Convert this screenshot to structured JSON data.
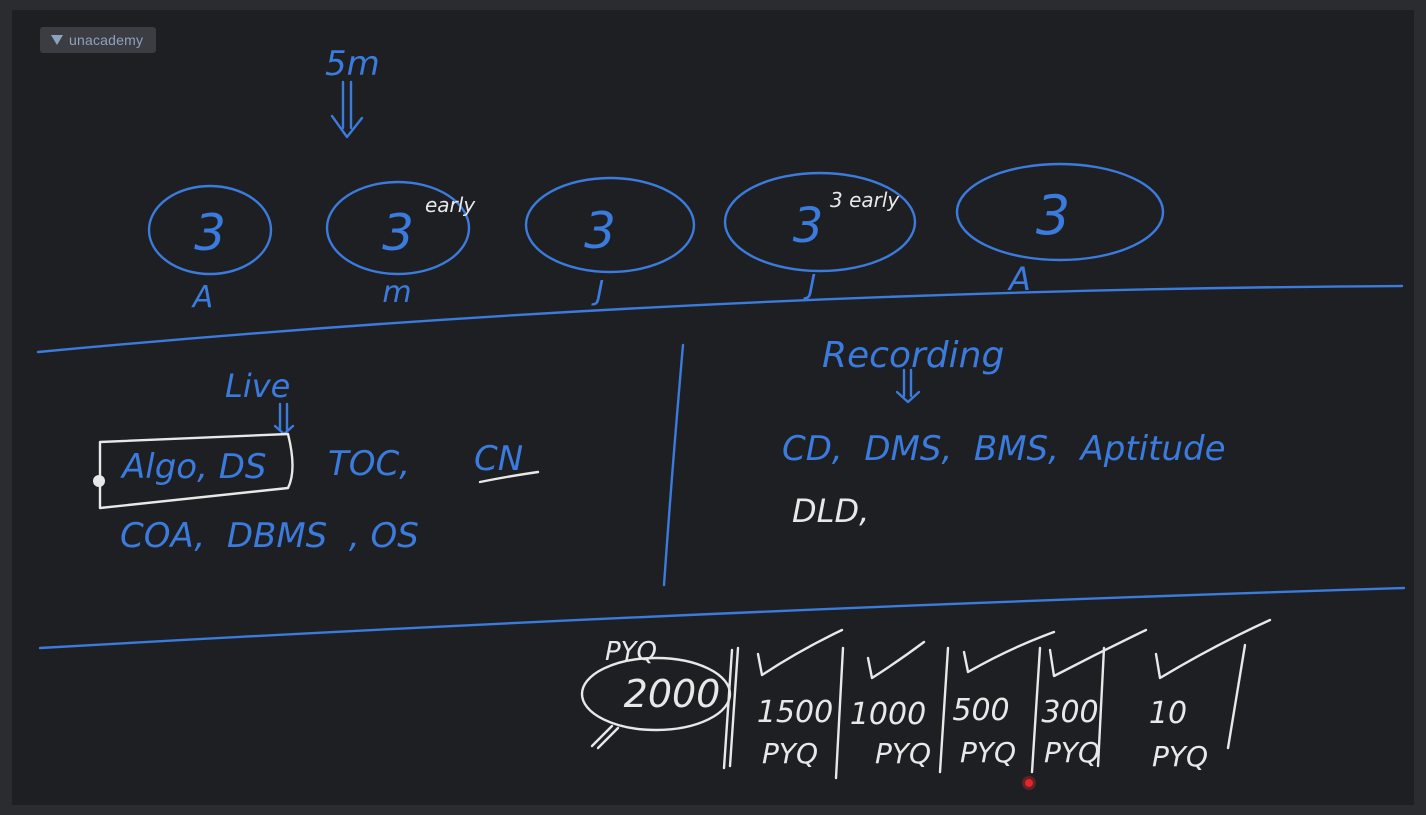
{
  "brand": {
    "name": "unacademy",
    "icon": "unacademy-logo-icon"
  },
  "colors": {
    "background": "#1e1f22",
    "frame": "#2b2c2f",
    "blue_ink": "#3b7bdd",
    "white_ink": "#e8e8e8",
    "pointer": "#e3262b"
  },
  "top": {
    "top_label": "5m",
    "circles": [
      {
        "number": "3",
        "letter": "A",
        "note": ""
      },
      {
        "number": "3",
        "letter": "m",
        "note": "early"
      },
      {
        "number": "3",
        "letter": "J",
        "note": ""
      },
      {
        "number": "3",
        "letter": "J",
        "note": "3 early"
      },
      {
        "number": "3",
        "letter": "A",
        "note": ""
      }
    ]
  },
  "middle": {
    "live": {
      "heading": "Live",
      "line1_boxed": "Algo, DS",
      "line1_rest_1": "TOC,",
      "line1_rest_2": "CN",
      "line2": "COA,  DBMS  , OS"
    },
    "recording": {
      "heading": "Recording",
      "line1": "CD,  DMS,  BMS,  Aptitude",
      "line2": "DLD,"
    }
  },
  "bottom": {
    "pyq_label": "PYQ",
    "pyq_total": "2000",
    "columns": [
      {
        "count": "1500",
        "label": "PYQ"
      },
      {
        "count": "1000",
        "label": "PYQ"
      },
      {
        "count": "500",
        "label": "PYQ"
      },
      {
        "count": "300",
        "label": "PYQ"
      },
      {
        "count": "10",
        "label": "PYQ"
      }
    ]
  }
}
